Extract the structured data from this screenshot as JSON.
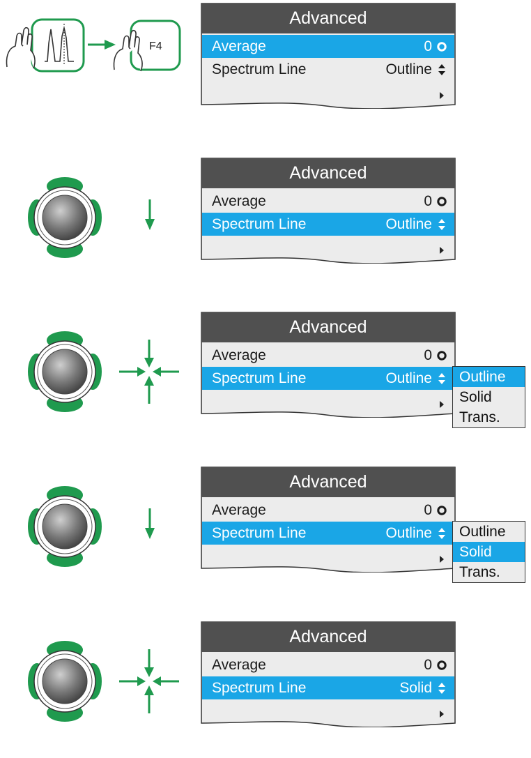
{
  "menu_title": "Advanced",
  "colors": {
    "selection": "#1aa6e6",
    "title_bar": "#505050",
    "panel_bg": "#ececec",
    "arrow_green": "#1f9a4e"
  },
  "steps": [
    {
      "gesture": [
        "hand-spectrum-key-icon",
        "arrow-right-icon",
        "hand-f4-key-icon"
      ],
      "key_label": "F4",
      "rows": [
        {
          "label": "Average",
          "value": "0",
          "glyph": "radio-icon",
          "selected": true
        },
        {
          "label": "Spectrum Line",
          "value": "Outline",
          "glyph": "updown-icon",
          "selected": false
        }
      ]
    },
    {
      "gesture": [
        "rotary-knob-icon",
        "arrow-down-icon"
      ],
      "rows": [
        {
          "label": "Average",
          "value": "0",
          "glyph": "radio-icon",
          "selected": false
        },
        {
          "label": "Spectrum Line",
          "value": "Outline",
          "glyph": "updown-icon",
          "selected": true
        }
      ]
    },
    {
      "gesture": [
        "rotary-knob-icon",
        "press-icon"
      ],
      "rows": [
        {
          "label": "Average",
          "value": "0",
          "glyph": "radio-icon",
          "selected": false
        },
        {
          "label": "Spectrum Line",
          "value": "Outline",
          "glyph": "updown-icon",
          "selected": true
        }
      ],
      "dropdown": {
        "options": [
          "Outline",
          "Solid",
          "Trans."
        ],
        "selected_index": 0
      }
    },
    {
      "gesture": [
        "rotary-knob-icon",
        "arrow-down-icon"
      ],
      "rows": [
        {
          "label": "Average",
          "value": "0",
          "glyph": "radio-icon",
          "selected": false
        },
        {
          "label": "Spectrum Line",
          "value": "Outline",
          "glyph": "updown-icon",
          "selected": true
        }
      ],
      "dropdown": {
        "options": [
          "Outline",
          "Solid",
          "Trans."
        ],
        "selected_index": 1
      }
    },
    {
      "gesture": [
        "rotary-knob-icon",
        "press-icon"
      ],
      "rows": [
        {
          "label": "Average",
          "value": "0",
          "glyph": "radio-icon",
          "selected": false
        },
        {
          "label": "Spectrum Line",
          "value": "Solid",
          "glyph": "updown-icon",
          "selected": true
        }
      ]
    }
  ]
}
